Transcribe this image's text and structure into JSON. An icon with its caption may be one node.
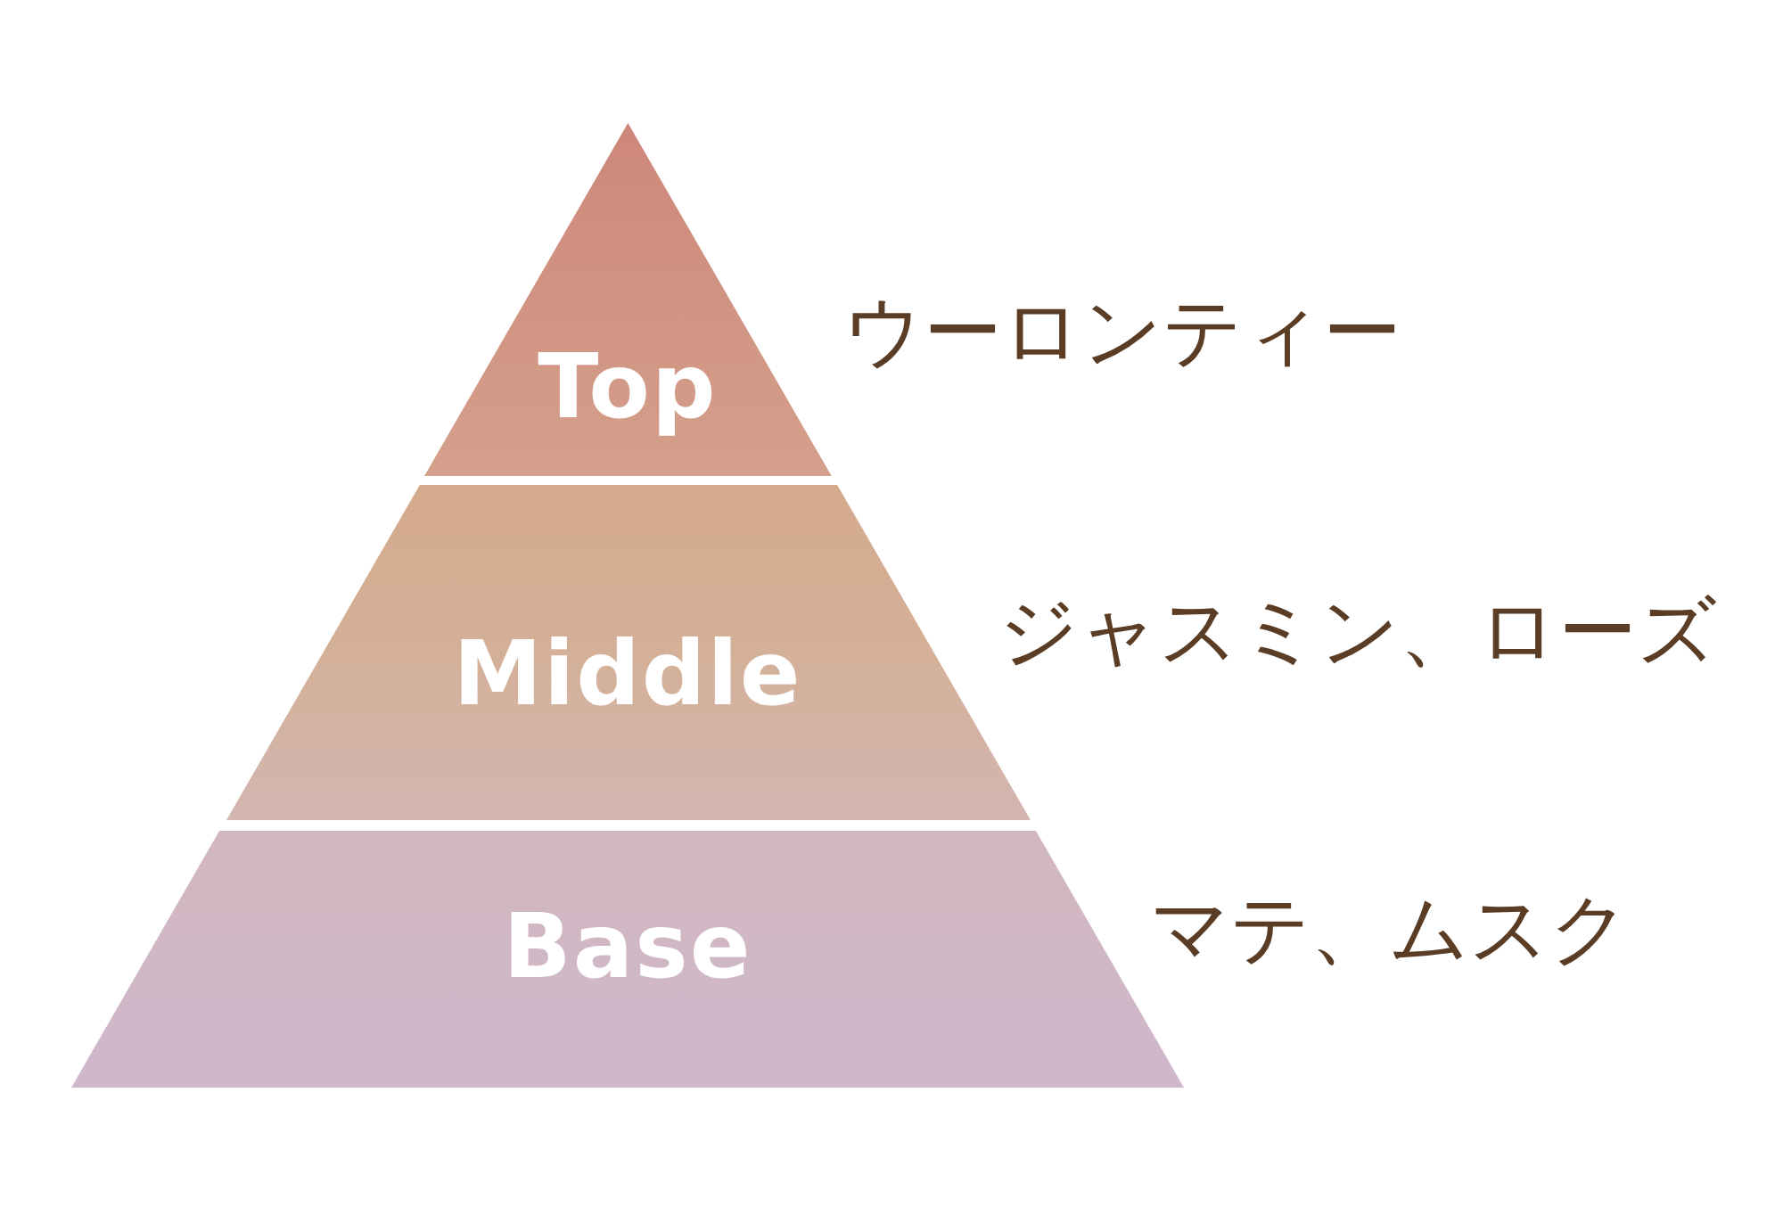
{
  "diagram": {
    "nodes": [
      {
        "text": [
          "Top"
        ],
        "beside": [
          "ウーロンティー"
        ]
      },
      {
        "text": [
          "Middle"
        ],
        "beside": [
          "ジャスミン、ローズ"
        ]
      },
      {
        "text": [
          "Base"
        ],
        "beside": [
          "マテ、ムスク"
        ]
      }
    ]
  }
}
